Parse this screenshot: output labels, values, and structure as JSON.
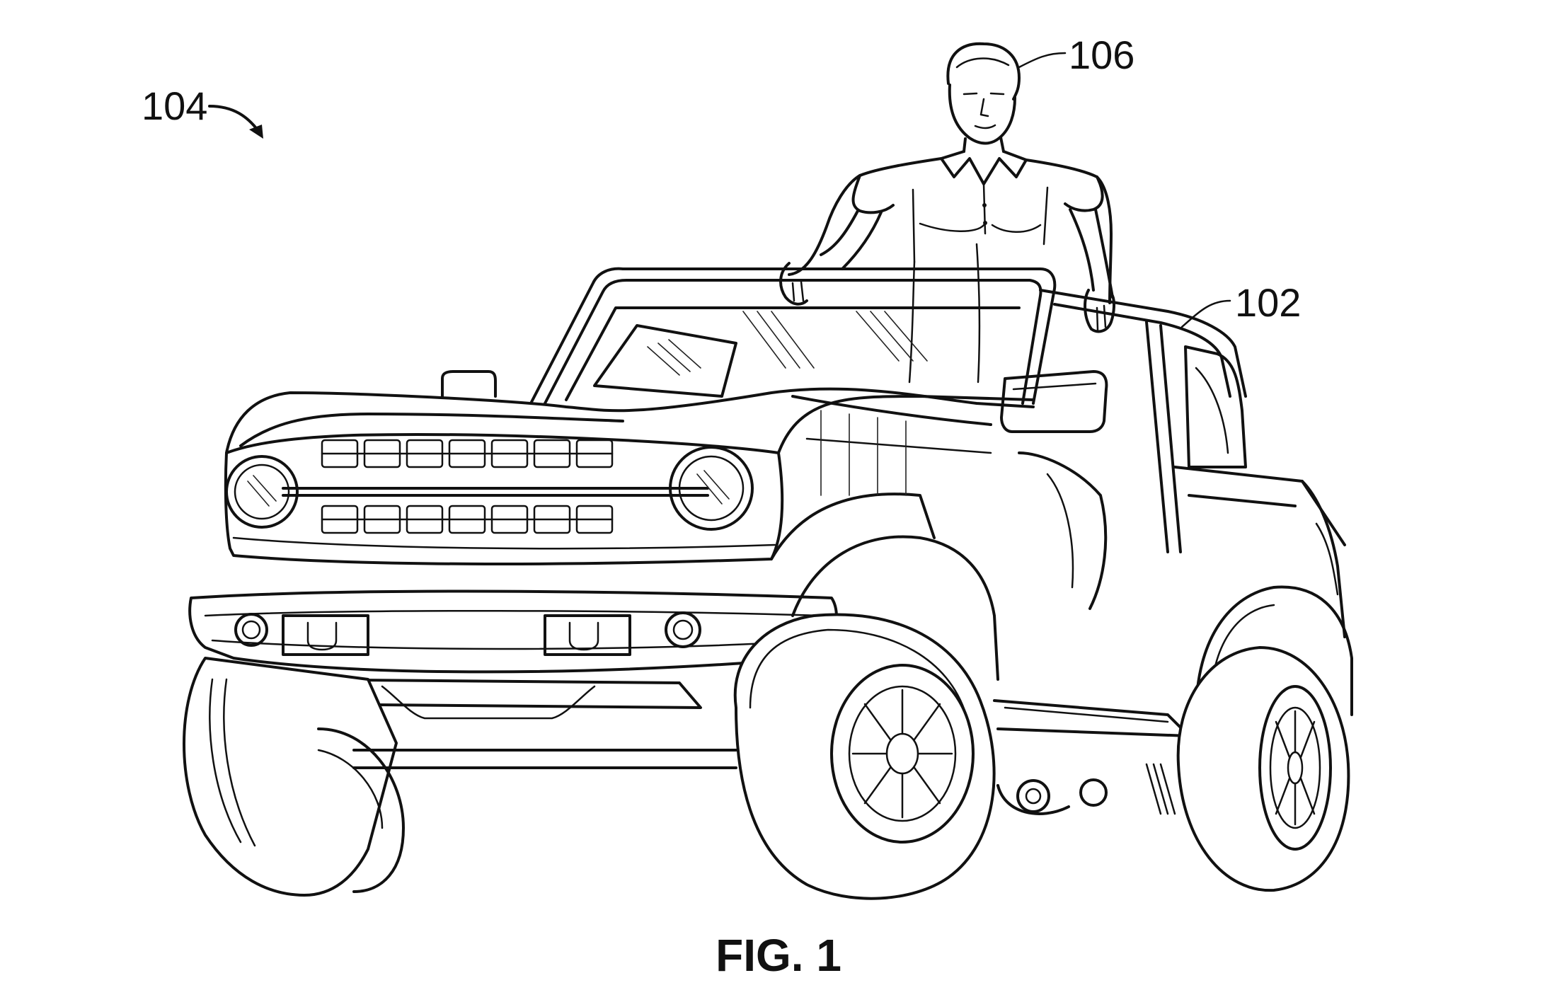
{
  "figure": {
    "caption": "FIG. 1",
    "reference_labels": {
      "system": "104",
      "person": "106",
      "vehicle": "102"
    }
  },
  "icons": {
    "vehicle": "vehicle-drawing-icon",
    "person": "person-drawing-icon"
  },
  "colors": {
    "line": "#111111",
    "background": "#ffffff"
  }
}
